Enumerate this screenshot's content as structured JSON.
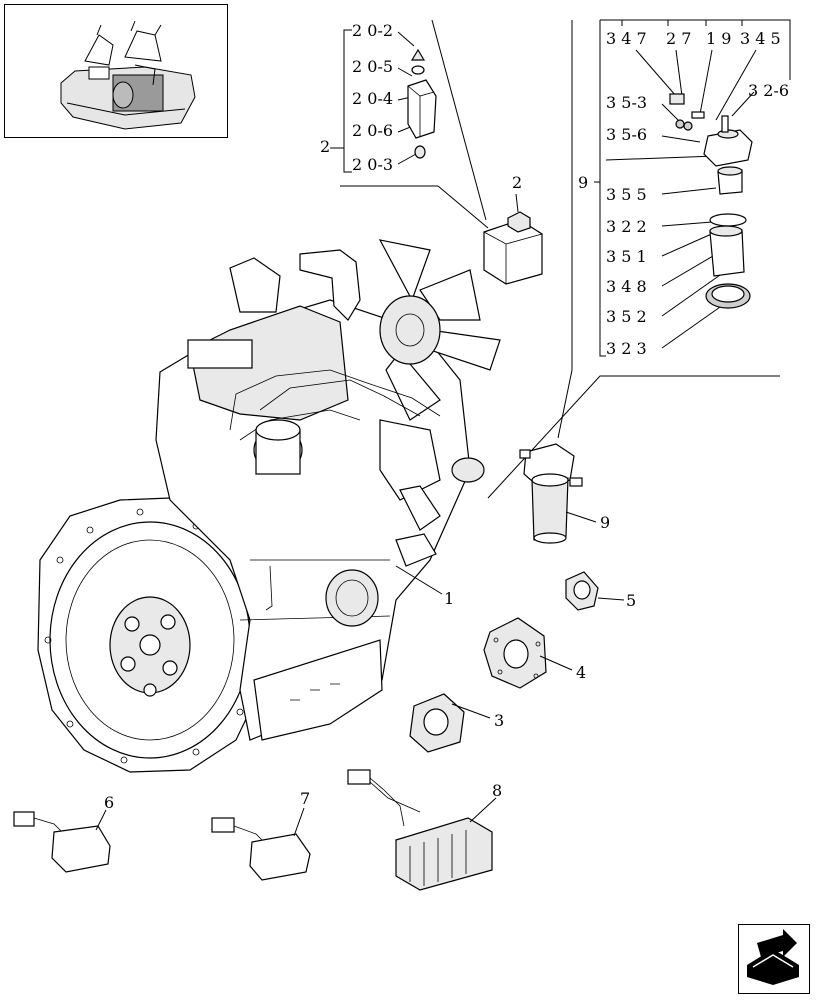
{
  "callouts": {
    "c1": "1",
    "c2": "2",
    "c3": "3",
    "c4": "4",
    "c5": "5",
    "c6": "6",
    "c7": "7",
    "c8": "8",
    "c9": "9",
    "c9box": "9"
  },
  "bracket_left": {
    "c202": "2 0-2",
    "c205": "2 0-5",
    "c204": "2 0-4",
    "c206": "2 0-6",
    "c203": "2 0-3",
    "c2": "2"
  },
  "bracket_right": {
    "top": [
      "3 4 7",
      "2 7",
      "1 9",
      "3 4 5"
    ],
    "c3261": "3 2-6",
    "c353": "3 5-3",
    "c356": "3 5-6",
    "c355": "3 5 5",
    "c322": "3 2 2",
    "c351": "3 5 1",
    "c348": "3 4 8",
    "c352": "3 5 2",
    "c323": "3 2 3"
  },
  "icons": {
    "thumbnail": "machine-locator-thumbnail",
    "nav": "next-page-arrow-icon"
  }
}
